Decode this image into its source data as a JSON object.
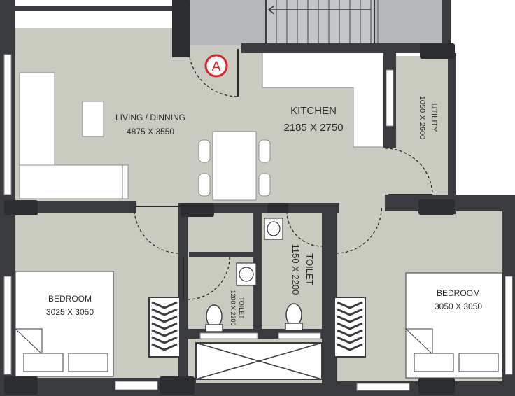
{
  "marker_letter": "A",
  "rooms": {
    "living": {
      "name": "LIVING / DINNING",
      "size": "4875 X 3550"
    },
    "kitchen": {
      "name": "KITCHEN",
      "size": "2185 X 2750"
    },
    "utility": {
      "name": "UTILITY",
      "size": "1050 X 2600"
    },
    "toilet_main": {
      "name": "TOILET",
      "size": "1150 X 2200"
    },
    "toilet_small": {
      "name": "TOILET",
      "size": "1200 X 2200"
    },
    "bedroom_left": {
      "name": "BEDROOM",
      "size": "3025 X 3050"
    },
    "bedroom_right": {
      "name": "BEDROOM",
      "size": "3050 X 3050"
    }
  },
  "colors": {
    "floor": "#c9cbc1",
    "wall": "#3a3b3f",
    "stair": "#b6b8bc",
    "marker": "#d8262b",
    "furniture": "#ffffff"
  }
}
